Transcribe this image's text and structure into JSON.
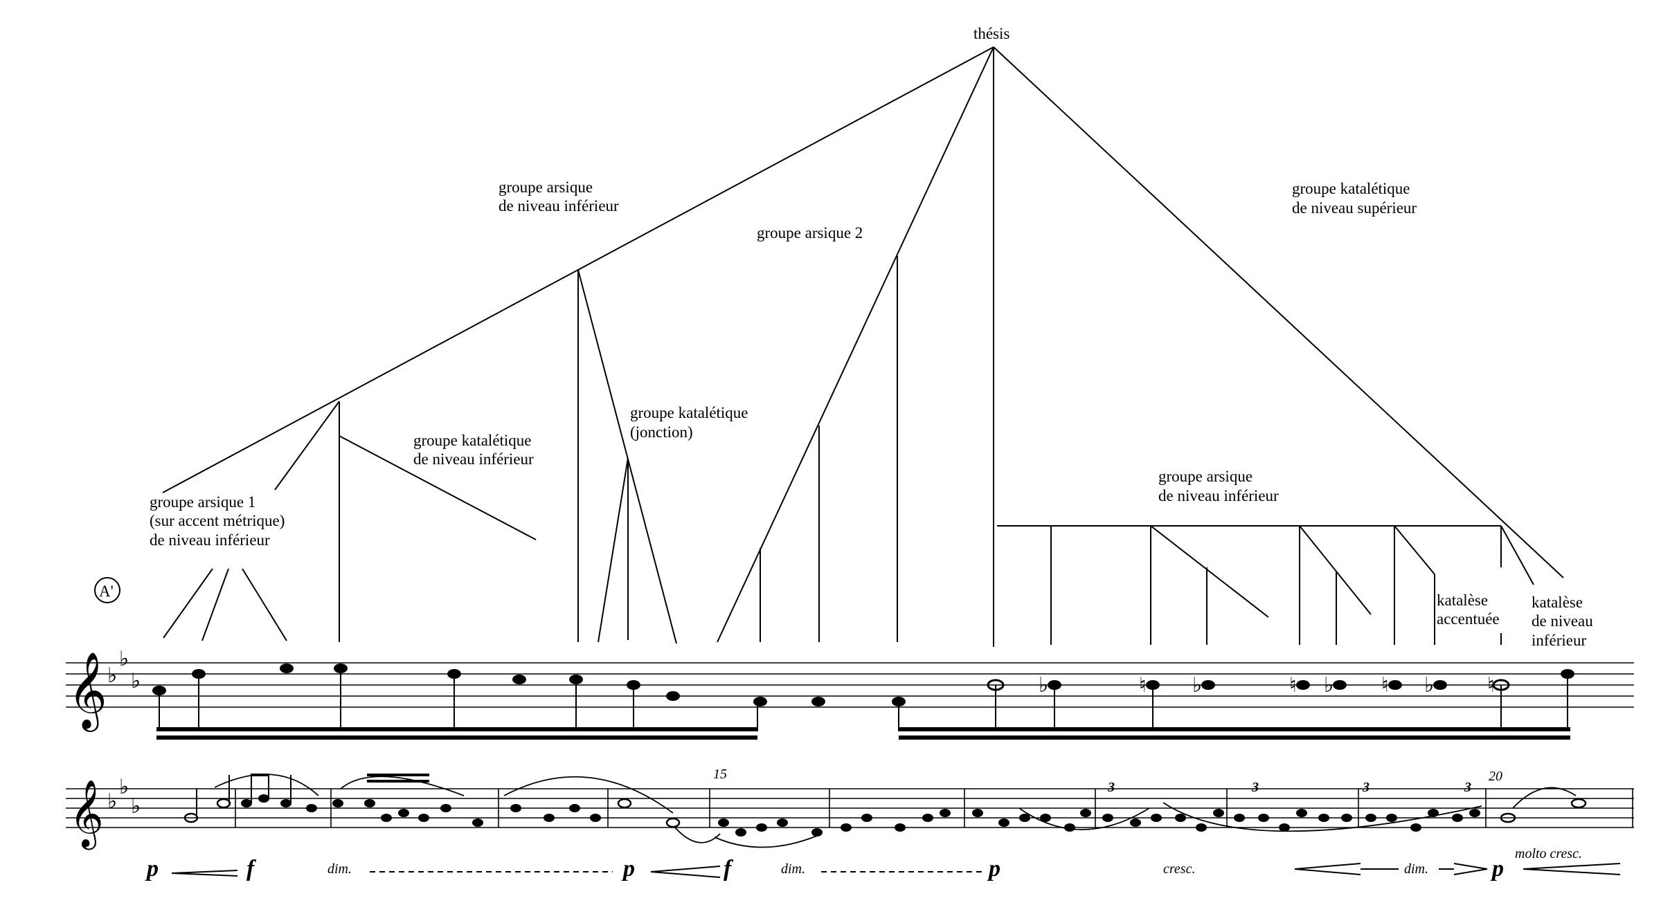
{
  "labels": {
    "thesis": "thésis",
    "arsic_inf_top_1": "groupe arsique",
    "arsic_inf_top_2": "de niveau inférieur",
    "arsic2": "groupe arsique 2",
    "katal_sup_1": "groupe katalétique",
    "katal_sup_2": "de niveau supérieur",
    "katal_jonc_1": "groupe katalétique",
    "katal_jonc_2": "(jonction)",
    "katal_inf_1": "groupe katalétique",
    "katal_inf_2": "de niveau inférieur",
    "arsic1_1": "groupe arsique 1",
    "arsic1_2": "(sur accent métrique)",
    "arsic1_3": "de niveau inférieur",
    "arsic_inf_right_1": "groupe arsique",
    "arsic_inf_right_2": "de niveau inférieur",
    "katalese_acc_1": "katalèse",
    "katalese_acc_2": "accentuée",
    "katalese_inf_1": "katalèse",
    "katalese_inf_2": "de niveau",
    "katalese_inf_3": "inférieur"
  },
  "section_marker": "A'",
  "measures": {
    "m15": "15",
    "m20": "20"
  },
  "dynamics": {
    "p1": "p",
    "f1": "f",
    "dim1": "dim.",
    "p2": "p",
    "f2": "f",
    "dim2": "dim.",
    "p3": "p",
    "cresc": "cresc.",
    "dim3": "dim.",
    "p4": "p",
    "molto": "molto cresc."
  },
  "tuplets": {
    "t1": "3",
    "t2": "3",
    "t3": "3",
    "t4": "3"
  },
  "colors": {
    "ink": "#000000",
    "paper": "#ffffff"
  }
}
